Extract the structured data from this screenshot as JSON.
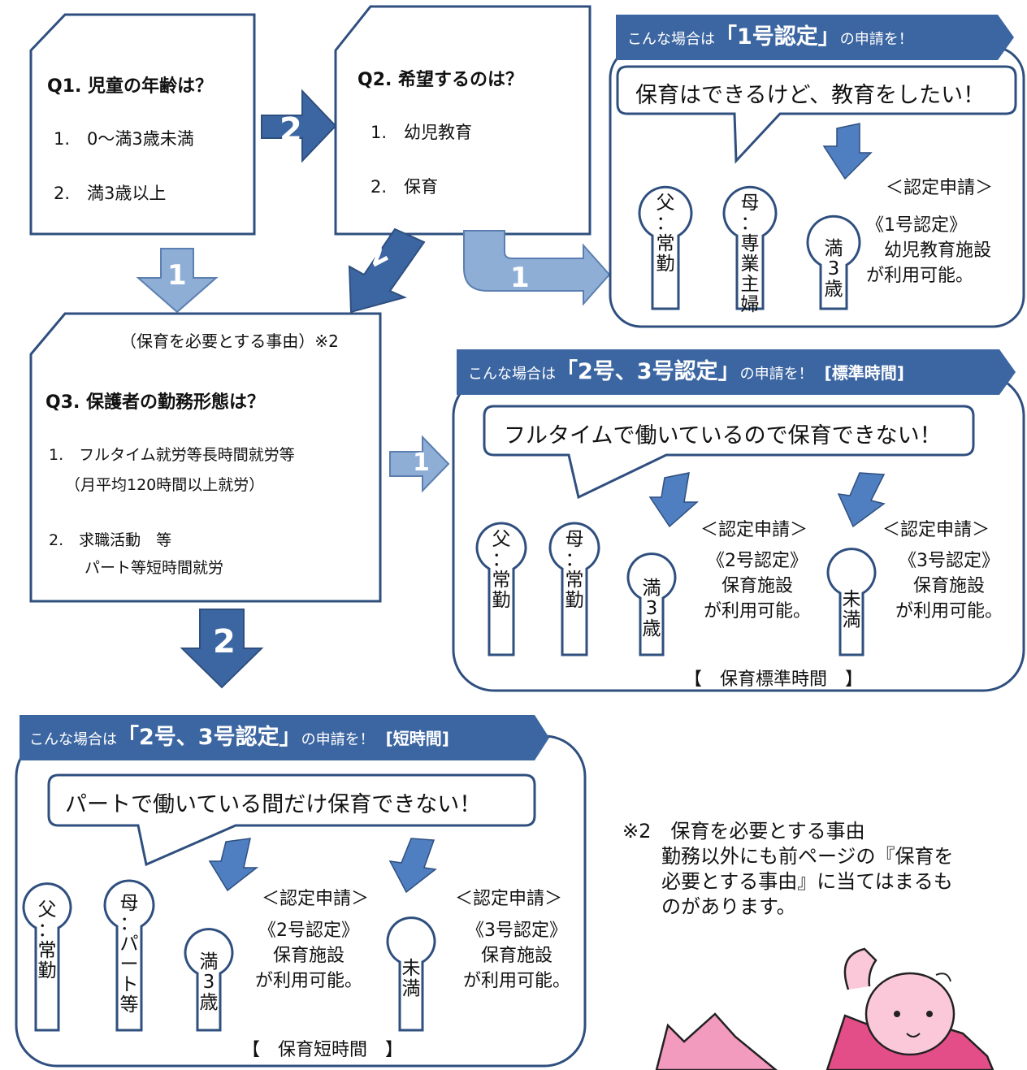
{
  "colors": {
    "dark_blue": "#3C66A2",
    "light_blue": "#8EAED6",
    "outline": "#2F4F7F",
    "pink": "#F39ABF"
  },
  "q1": {
    "title": "Q1. 児童の年齢は？",
    "opt1": "1.　0～満3歳未満",
    "opt2": "2.　満3歳以上"
  },
  "q2": {
    "title": "Q2. 希望するのは？",
    "opt1": "1.　幼児教育",
    "opt2": "2.　保育"
  },
  "q3": {
    "note": "（保育を必要とする事由）※2",
    "title": "Q3. 保護者の勤務形態は？",
    "opt1": "1.　フルタイム就労等長時間就労等",
    "opt1_sub": "（月平均120時間以上就労）",
    "opt2": "2.　求職活動　等",
    "opt2_sub": "パート等短時間就労"
  },
  "arrows": {
    "two": "2",
    "one": "1"
  },
  "box1": {
    "prefix": "こんな場合は",
    "highlight": "「1号認定」",
    "suffix": "の申請を！",
    "speech": "保育はできるけど、教育をしたい！",
    "father": "父\n：\n常\n勤",
    "mother": "母\n：\n専\n業\n主\n婦",
    "child": "満\n3\n歳",
    "request": "＜認定申請＞",
    "result": "《1号認定》\n　幼児教育施設\nが利用可能。"
  },
  "box2": {
    "prefix": "こんな場合は",
    "highlight": "「2号、3号認定」",
    "suffix": "の申請を！",
    "tag": "[標準時間]",
    "speech": "フルタイムで働いているので保育できない！",
    "father": "父\n：\n常\n勤",
    "mother": "母\n：\n常\n勤",
    "child1": "満\n3\n歳",
    "child2": "未\n満",
    "request": "＜認定申請＞",
    "result1": "《2号認定》\n保育施設\nが利用可能。",
    "result2": "《3号認定》\n保育施設\nが利用可能。",
    "footer": "【　保育標準時間　】"
  },
  "box3": {
    "prefix": "こんな場合は",
    "highlight": "「2号、3号認定」",
    "suffix": "の申請を！",
    "tag": "[短時間]",
    "speech": "パートで働いている間だけ保育できない！",
    "father": "父\n：\n常\n勤",
    "mother": "母\n：\nパ\nー\nト\n等",
    "child1": "満\n3\n歳",
    "child2": "未\n満",
    "request": "＜認定申請＞",
    "result1": "《2号認定》\n保育施設\nが利用可能。",
    "result2": "《3号認定》\n保育施設\nが利用可能。",
    "footer": "【　保育短時間　】"
  },
  "footnote": "※2　保育を必要とする事由\n　　勤務以外にも前ページの『保育を\n　　必要とする事由』に当てはまるも\n　　のがあります。"
}
